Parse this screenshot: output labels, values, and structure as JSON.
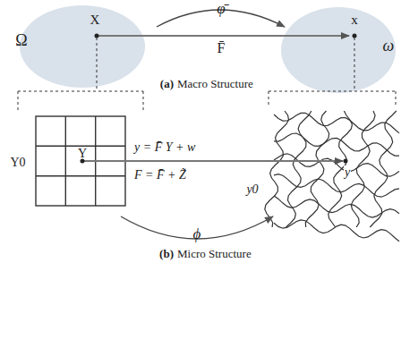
{
  "diagram": {
    "labels": [
      "φ̄",
      "Ω",
      "X",
      "x",
      "ω",
      "F̄",
      "(a)",
      "Macro Structure",
      "Y0",
      "Y",
      "y = F̄ Y + w",
      "F = F̄ + Z̃",
      "y0",
      "y",
      "ϕ",
      "(b)",
      "Micro Structure"
    ]
  }
}
